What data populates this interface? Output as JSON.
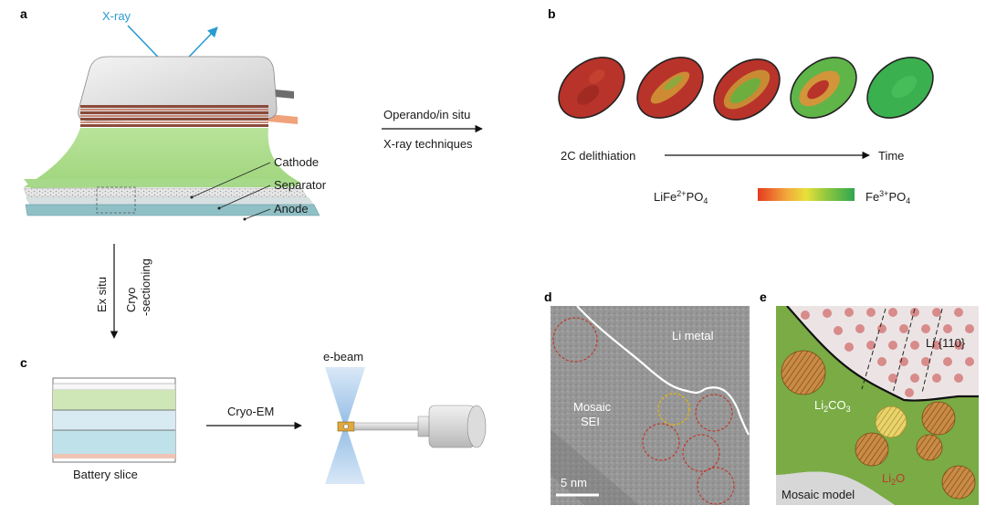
{
  "panels": {
    "a": "a",
    "b": "b",
    "c": "c",
    "d": "d",
    "e": "e"
  },
  "panel_a": {
    "xray_label": "X-ray",
    "layers": [
      "Cathode",
      "Separator",
      "Anode"
    ]
  },
  "arrow_right": {
    "line1": "Operando/in situ",
    "line2": "X-ray techniques"
  },
  "arrow_down": {
    "line1": "Ex situ",
    "line2": "Cryo",
    "line3": "-sectioning"
  },
  "panel_b": {
    "axis_start": "2C delithiation",
    "axis_end": "Time",
    "legend_left_main": "LiFe",
    "legend_left_sup": "2+",
    "legend_left_po": "PO",
    "legend_left_sub": "4",
    "legend_right_main": "Fe",
    "legend_right_sup": "3+",
    "legend_right_po": "PO",
    "legend_right_sub": "4",
    "gradient_colors": [
      "#e53a1f",
      "#f2a93b",
      "#e8e03a",
      "#8cc63f",
      "#2fa84f"
    ]
  },
  "panel_c": {
    "slice_label": "Battery slice",
    "arrow_label": "Cryo-EM",
    "beam_label": "e-beam"
  },
  "panel_d": {
    "li_metal": "Li metal",
    "sei_line1": "Mosaic",
    "sei_line2": "SEI",
    "scale_bar": "5 nm"
  },
  "panel_e": {
    "li_plane": "Li {110}",
    "li2co3_main": "Li",
    "li2co3_sub": "2",
    "li2co3_tail": "CO",
    "li2co3_sub2": "3",
    "li2o_main": "Li",
    "li2o_sub": "2",
    "li2o_tail": "O",
    "model_label": "Mosaic model"
  }
}
